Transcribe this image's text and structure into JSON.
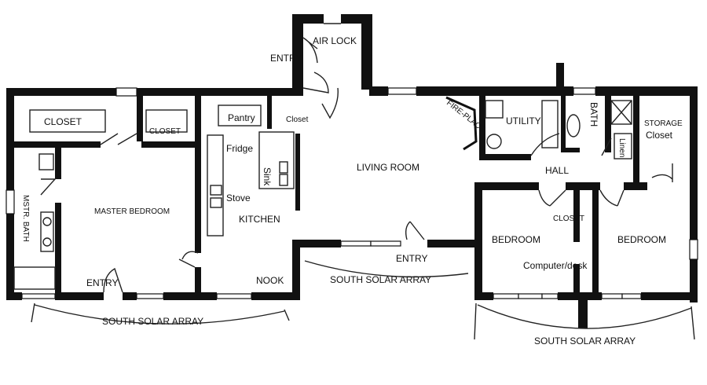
{
  "rooms": {
    "air_lock": "AIR LOCK",
    "entry_top": "ENTRY",
    "closet_master": "CLOSET",
    "closet_small": "CLOSET",
    "pantry": "Pantry",
    "closet_kitchen": "Closet",
    "fireplace": "FIRE-PLACE",
    "utility": "UTILITY",
    "bath": "BATH",
    "storage": "STORAGE",
    "storage_closet": "Closet",
    "fridge": "Fridge",
    "linen": "Linen",
    "living_room": "LIVING ROOM",
    "hall": "HALL",
    "sink": "Sink",
    "mstr_bath": "MSTR. BATH",
    "master_bedroom": "MASTER BEDROOM",
    "stove": "Stove",
    "kitchen": "KITCHEN",
    "closet_bedroom": "CLOSET",
    "bedroom_1": "BEDROOM",
    "bedroom_2": "BEDROOM",
    "computer_desk": "Computer/desk",
    "entry_middle": "ENTRY",
    "entry_master": "ENTRY",
    "nook": "NOOK"
  },
  "arrays": {
    "south_left": "SOUTH SOLAR  ARRAY",
    "south_middle": "SOUTH SOLAR ARRAY",
    "south_right": "SOUTH SOLAR ARRAY"
  }
}
